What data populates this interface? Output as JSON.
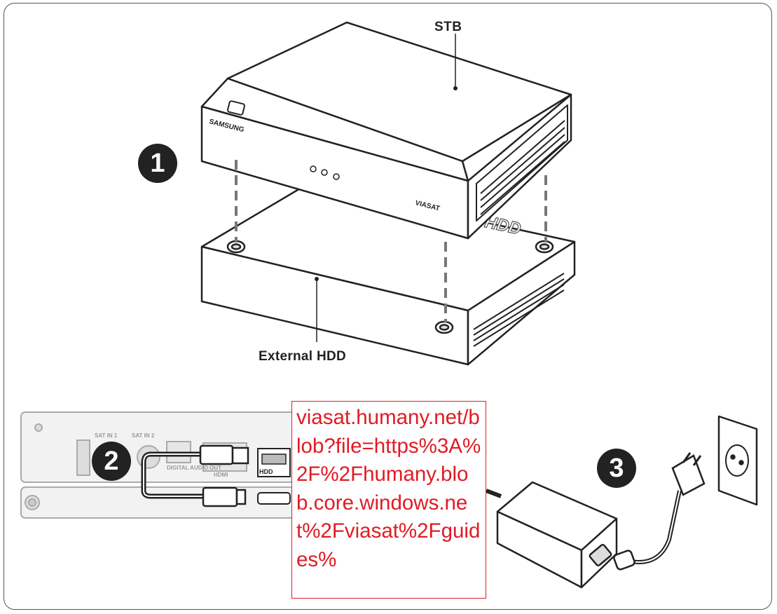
{
  "labels": {
    "stb": "STB",
    "external_hdd": "External HDD",
    "brand_samsung": "SAMSUNG",
    "brand_viasat": "VIASAT",
    "hdd_emboss": "HDD"
  },
  "steps": [
    "1",
    "2",
    "3"
  ],
  "panel_labels": {
    "sat_in_1": "SAT IN 1",
    "sat_in_2": "SAT IN 2",
    "digital_audio_out": "DIGITAL AUDIO OUT",
    "hdmi": "HDMI",
    "hdd_port": "HDD"
  },
  "overlay": {
    "url_text": "viasat.humany.net/blob?file=https%3A%2F%2Fhumany.blob.core.windows.net%2Fviasat%2Fguides%"
  },
  "colors": {
    "line": "#222222",
    "dash": "#777777",
    "panel_gray": "#c8c8c8",
    "overlay_red": "#e01b24"
  }
}
